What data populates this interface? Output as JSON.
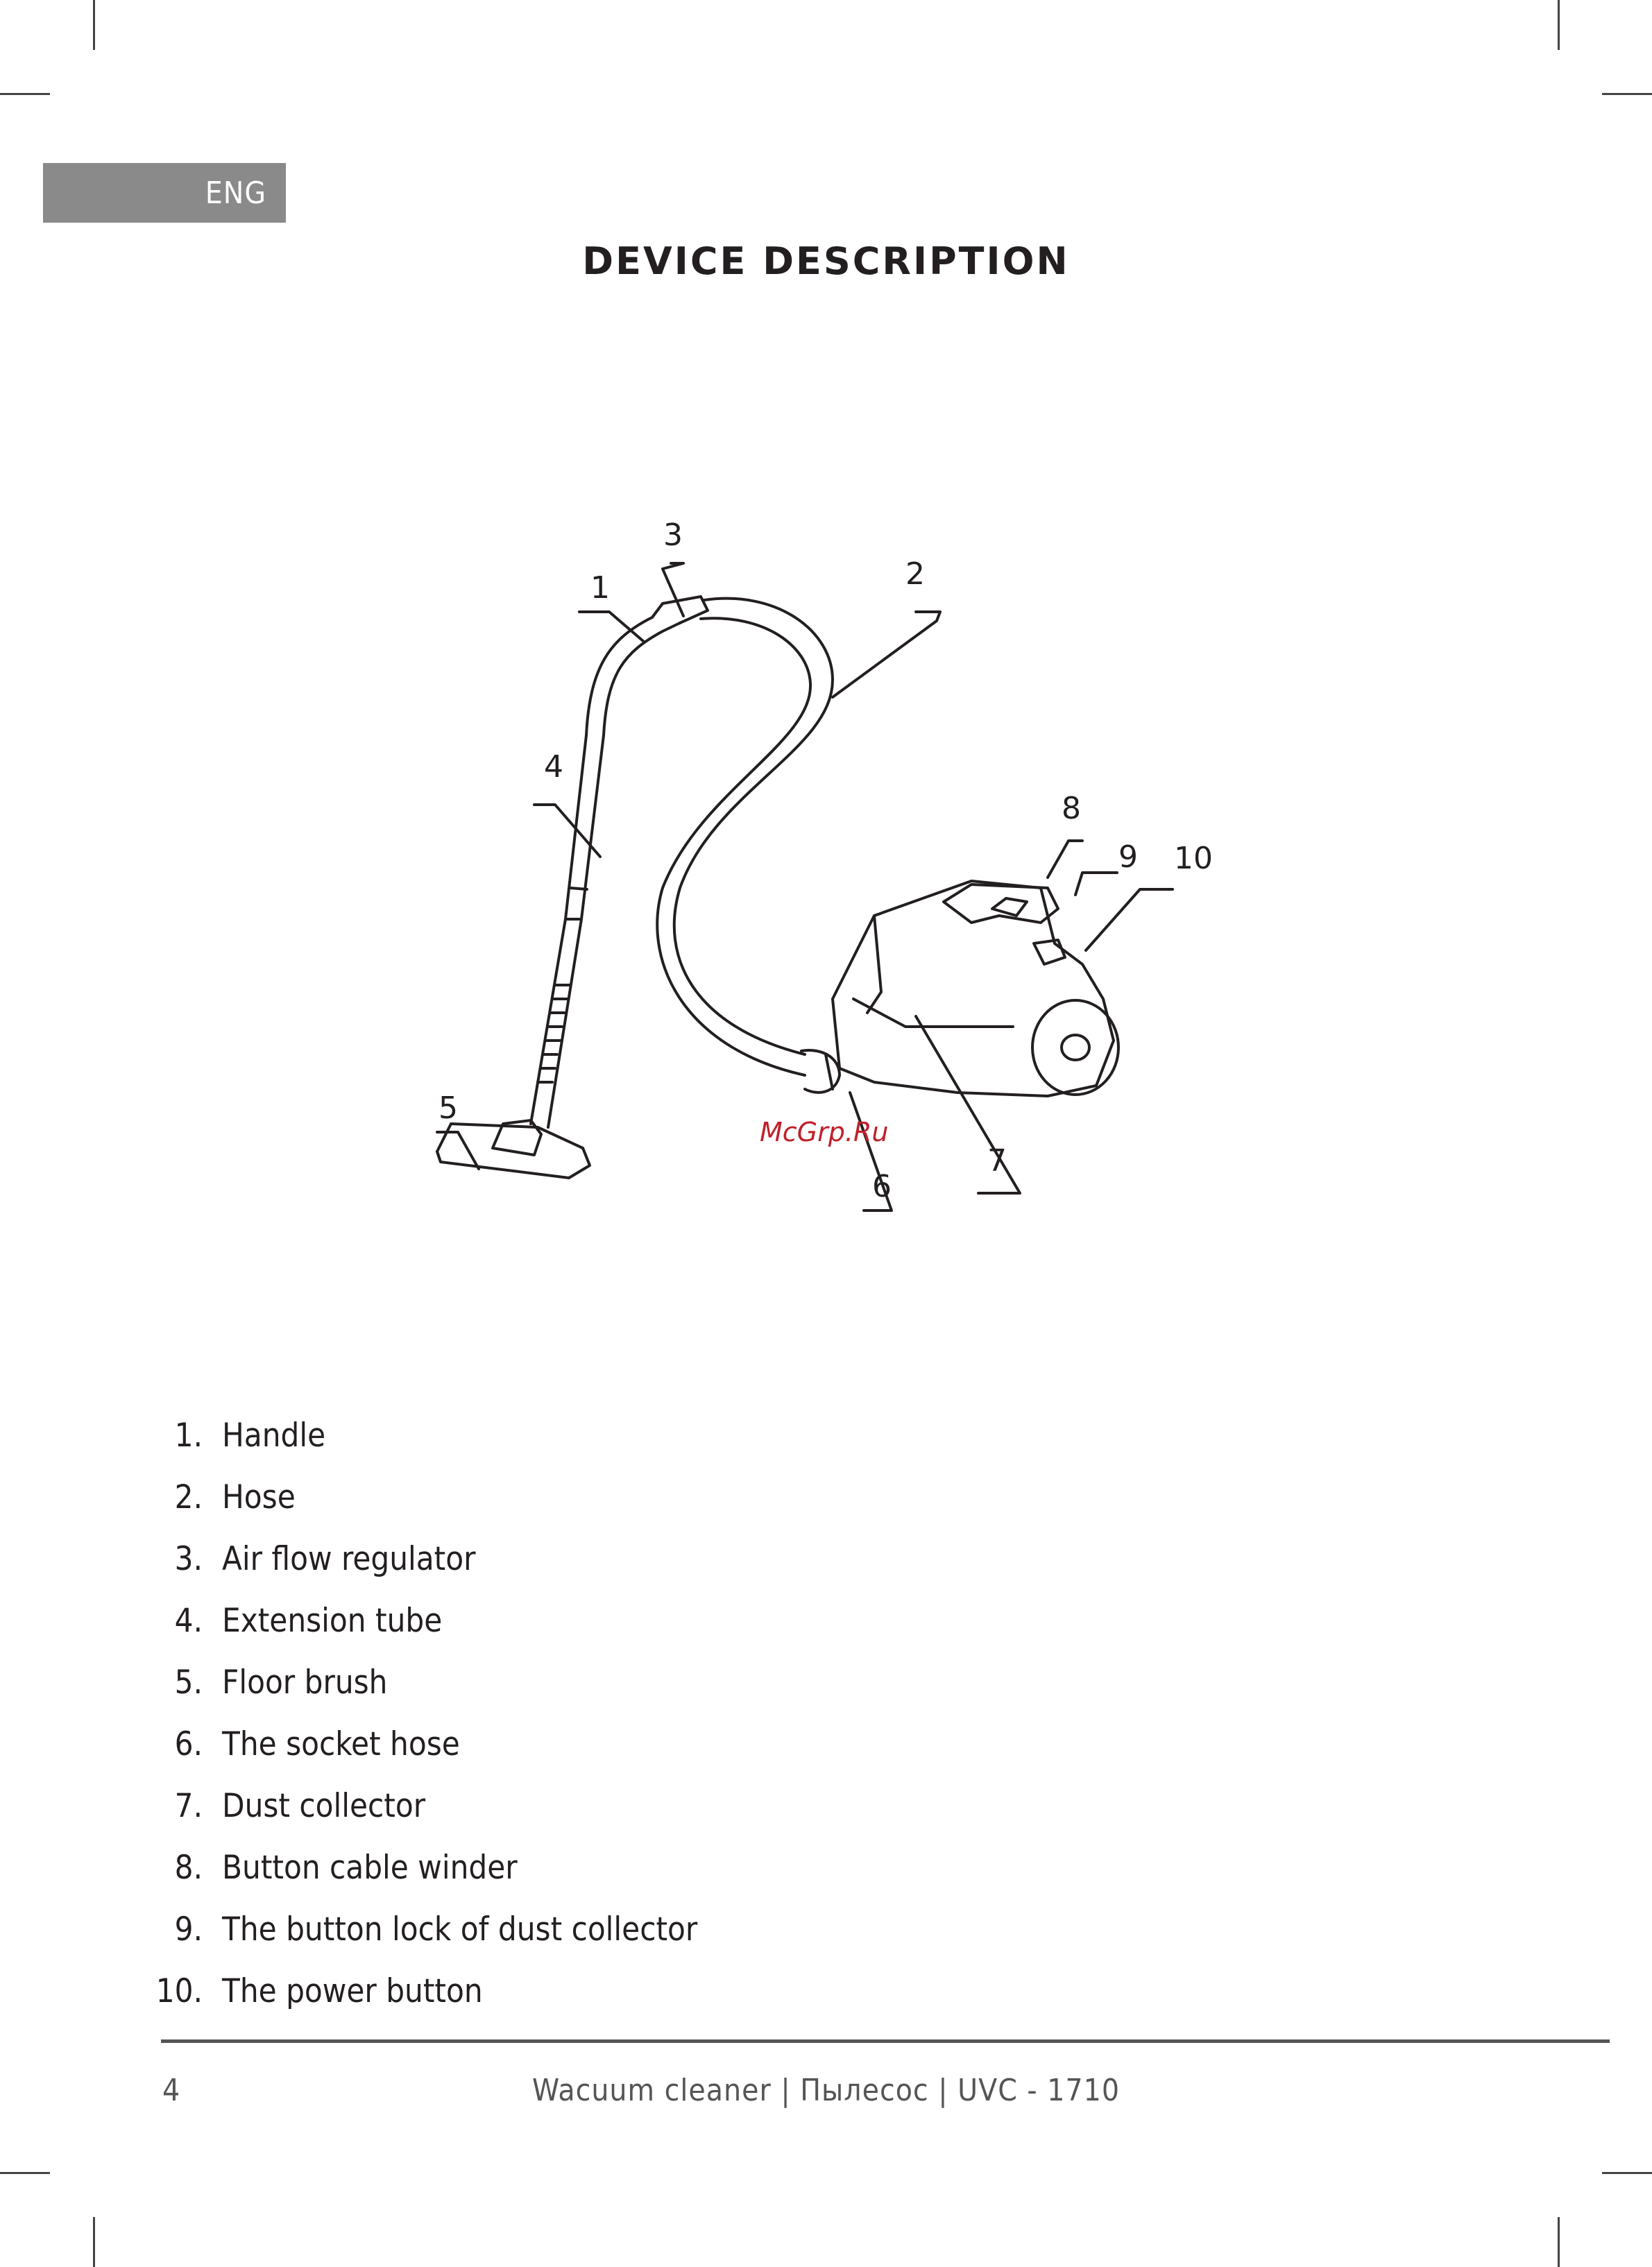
{
  "header": {
    "language_tab": "ENG",
    "title": "DEVICE DESCRIPTION"
  },
  "diagram": {
    "callouts": [
      "1",
      "2",
      "3",
      "4",
      "5",
      "6",
      "7",
      "8",
      "9",
      "10"
    ],
    "watermark": "McGrp.Ru"
  },
  "parts": [
    {
      "num": "1.",
      "label": "Handle"
    },
    {
      "num": "2.",
      "label": "Hose"
    },
    {
      "num": "3.",
      "label": "Air flow regulator"
    },
    {
      "num": "4.",
      "label": "Extension tube"
    },
    {
      "num": "5.",
      "label": "Floor brush"
    },
    {
      "num": "6.",
      "label": "The socket hose"
    },
    {
      "num": "7.",
      "label": "Dust collector"
    },
    {
      "num": "8.",
      "label": "Button cable winder"
    },
    {
      "num": "9.",
      "label": "The button lock of dust collector"
    },
    {
      "num": "10.",
      "label": "The power button"
    }
  ],
  "footer": {
    "page_number": "4",
    "text": "Wacuum cleaner | Пылесос | UVC - 1710"
  },
  "colors": {
    "tab_background": "#8a8a8a",
    "text": "#231f20",
    "watermark": "#c0202a"
  }
}
